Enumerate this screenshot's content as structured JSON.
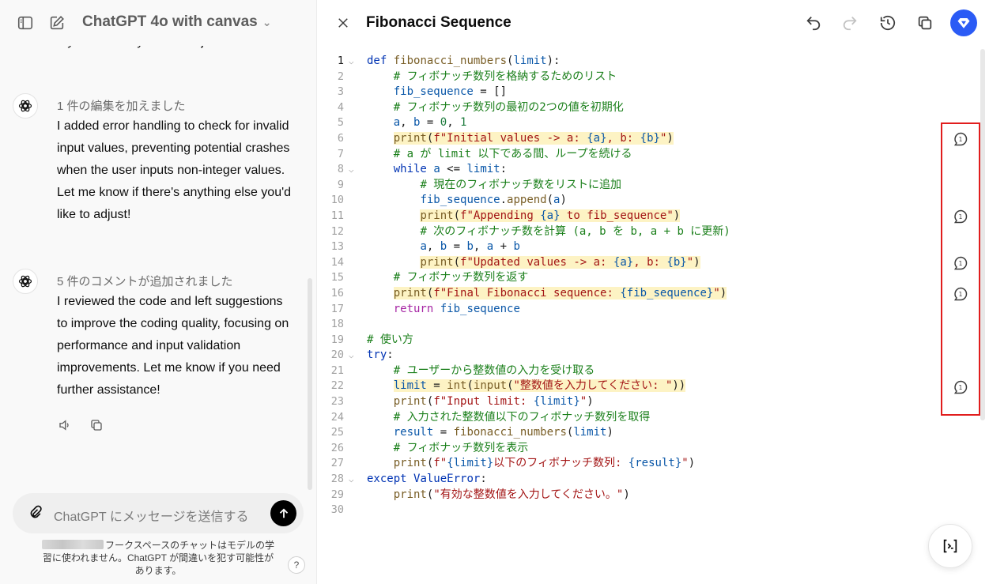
{
  "sidebar": {
    "model_title": "ChatGPT 4o with canvas",
    "truncated_line": "If you need any further adjustments.",
    "messages": [
      {
        "header": "1 件の編集を加えました",
        "body": "I added error handling to check for invalid input values, preventing potential crashes when the user inputs non-integer values. Let me know if there's anything else you'd like to adjust!"
      },
      {
        "header": "5 件のコメントが追加されました",
        "body": "I reviewed the code and left suggestions to improve the coding quality, focusing on performance and input validation improvements. Let me know if you need further assistance!"
      }
    ],
    "composer": {
      "placeholder": "ChatGPT にメッセージを送信する"
    },
    "disclaimer": "フークスペースのチャットはモデルの学習に使われません。ChatGPT が間違いを犯す可能性があります。",
    "help_label": "?"
  },
  "canvas": {
    "title": "Fibonacci Sequence"
  },
  "colors": {
    "accent": "#2b5bf5",
    "highlight": "#fdf3c4",
    "comment_marker_border": "#e11d1d"
  },
  "icons": [
    "sidebar-toggle-icon",
    "new-chat-icon",
    "chevron-down-icon",
    "chatgpt-logo-icon",
    "speaker-icon",
    "copy-icon",
    "paperclip-icon",
    "arrow-up-icon",
    "close-icon",
    "undo-icon",
    "redo-icon",
    "history-icon",
    "copy-icon",
    "brand-diamond-icon",
    "comment-icon",
    "code-review-icon"
  ],
  "code_lines": [
    {
      "n": "1",
      "t": "def fibonacci_numbers(limit):",
      "fold": true,
      "hl": false
    },
    {
      "n": "2",
      "t": "    # フィボナッチ数列を格納するためのリスト",
      "fold": false,
      "hl": false
    },
    {
      "n": "3",
      "t": "    fib_sequence = []",
      "fold": false,
      "hl": false
    },
    {
      "n": "4",
      "t": "    # フィボナッチ数列の最初の2つの値を初期化",
      "fold": false,
      "hl": false
    },
    {
      "n": "5",
      "t": "    a, b = 0, 1",
      "fold": false,
      "hl": false
    },
    {
      "n": "6",
      "t": "    print(f\"Initial values -> a: {a}, b: {b}\")",
      "fold": false,
      "hl": true
    },
    {
      "n": "7",
      "t": "    # a が limit 以下である間、ループを続ける",
      "fold": false,
      "hl": false
    },
    {
      "n": "8",
      "t": "    while a <= limit:",
      "fold": true,
      "hl": false
    },
    {
      "n": "9",
      "t": "        # 現在のフィボナッチ数をリストに追加",
      "fold": false,
      "hl": false
    },
    {
      "n": "10",
      "t": "        fib_sequence.append(a)",
      "fold": false,
      "hl": false
    },
    {
      "n": "11",
      "t": "        print(f\"Appending {a} to fib_sequence\")",
      "fold": false,
      "hl": true
    },
    {
      "n": "12",
      "t": "        # 次のフィボナッチ数を計算 (a, b を b, a + b に更新)",
      "fold": false,
      "hl": false
    },
    {
      "n": "13",
      "t": "        a, b = b, a + b",
      "fold": false,
      "hl": false
    },
    {
      "n": "14",
      "t": "        print(f\"Updated values -> a: {a}, b: {b}\")",
      "fold": false,
      "hl": true
    },
    {
      "n": "15",
      "t": "    # フィボナッチ数列を返す",
      "fold": false,
      "hl": false
    },
    {
      "n": "16",
      "t": "    print(f\"Final Fibonacci sequence: {fib_sequence}\")",
      "fold": false,
      "hl": true
    },
    {
      "n": "17",
      "t": "    return fib_sequence",
      "fold": false,
      "hl": false
    },
    {
      "n": "18",
      "t": "",
      "fold": false,
      "hl": false
    },
    {
      "n": "19",
      "t": "# 使い方",
      "fold": false,
      "hl": false
    },
    {
      "n": "20",
      "t": "try:",
      "fold": true,
      "hl": false
    },
    {
      "n": "21",
      "t": "    # ユーザーから整数値の入力を受け取る",
      "fold": false,
      "hl": false
    },
    {
      "n": "22",
      "t": "    limit = int(input(\"整数値を入力してください: \"))",
      "fold": false,
      "hl": true
    },
    {
      "n": "23",
      "t": "    print(f\"Input limit: {limit}\")",
      "fold": false,
      "hl": false
    },
    {
      "n": "24",
      "t": "    # 入力された整数値以下のフィボナッチ数列を取得",
      "fold": false,
      "hl": false
    },
    {
      "n": "25",
      "t": "    result = fibonacci_numbers(limit)",
      "fold": false,
      "hl": false
    },
    {
      "n": "26",
      "t": "    # フィボナッチ数列を表示",
      "fold": false,
      "hl": false
    },
    {
      "n": "27",
      "t": "    print(f\"{limit}以下のフィボナッチ数列: {result}\")",
      "fold": false,
      "hl": false
    },
    {
      "n": "28",
      "t": "except ValueError:",
      "fold": true,
      "hl": false
    },
    {
      "n": "29",
      "t": "    print(\"有効な整数値を入力してください。\")",
      "fold": false,
      "hl": false
    },
    {
      "n": "30",
      "t": "",
      "fold": false,
      "hl": false
    }
  ],
  "comment_markers": [
    "6",
    "11",
    "14",
    "16",
    "22"
  ]
}
